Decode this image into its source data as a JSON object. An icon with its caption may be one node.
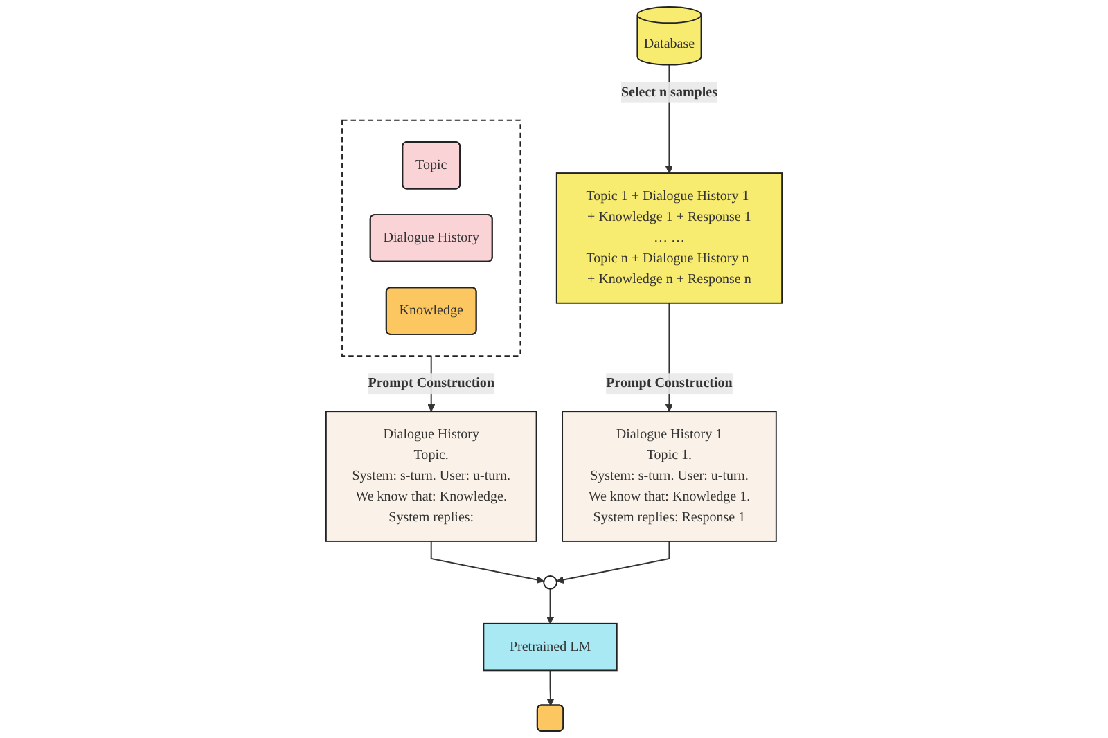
{
  "diagram": {
    "nodes": [
      {
        "text": [],
        "shape": "box"
      },
      {
        "text": [
          "Topic"
        ],
        "in": 0
      },
      {
        "text": [
          "Dialogue History"
        ],
        "in": 0
      },
      {
        "text": [
          "Knowledge"
        ],
        "in": 0
      },
      {
        "text": [
          "Database"
        ]
      },
      {
        "text": [
          "Dialogue History",
          "Topic.",
          "System: s-turn. User: u-turn.",
          "We know that: Knowledge.",
          "System replies:"
        ]
      },
      {
        "text": [
          "Topic 1 + Dialogue History 1 + Knowledge 1 + Response 1",
          "… …",
          "Topic n + Dialogue History n + Knowledge n + Response n"
        ]
      },
      {
        "text": [],
        "shape": "circle"
      },
      {
        "text": [
          "Pretrained LM"
        ]
      },
      {
        "text": [
          "Dialogue History 1",
          "Topic 1.",
          "System: s-turn. User: u-turn.",
          "We know that: Knowledge 1.",
          "System replies: Response 1"
        ]
      },
      {
        "text": [],
        "shape": "box"
      }
    ],
    "edges": [
      {
        "from": 0,
        "to": 5,
        "arrow": "to",
        "label": "Prompt Construction"
      },
      {
        "from": 4,
        "to": 6,
        "arrow": "to",
        "label": "Select n samples"
      },
      {
        "from": 6,
        "to": 9,
        "arrow": "to",
        "label": "Prompt Construction"
      },
      {
        "from": 5,
        "to": 7,
        "arrow": "to"
      },
      {
        "from": 9,
        "to": 7,
        "arrow": "to"
      },
      {
        "from": 7,
        "to": 8,
        "arrow": "to"
      },
      {
        "from": 8,
        "to": 10,
        "arrow": "to"
      }
    ]
  }
}
